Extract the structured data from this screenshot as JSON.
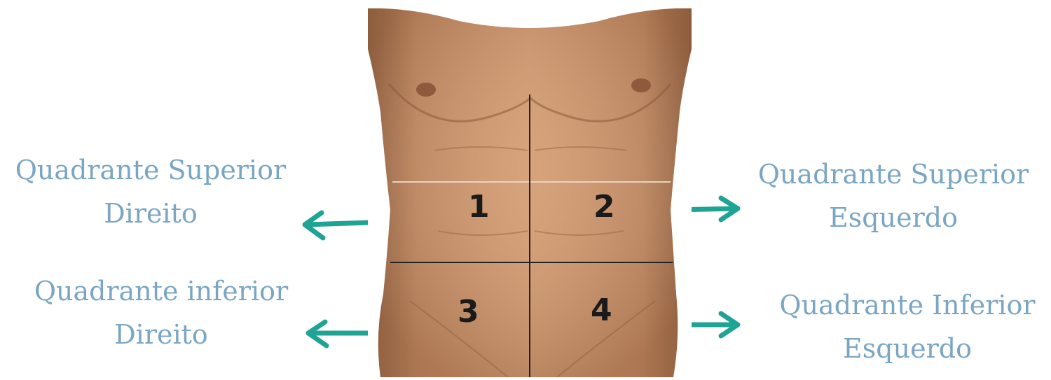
{
  "colors": {
    "label": "#7aa6c4",
    "arrow": "#1fa394",
    "skin": "#c98d62",
    "divider": "#222222"
  },
  "labels": {
    "upper_right": {
      "line1": "Quadrante Superior",
      "line2": "Direito"
    },
    "lower_right": {
      "line1": "Quadrante inferior",
      "line2": "Direito"
    },
    "upper_left": {
      "line1": "Quadrante Superior",
      "line2": "Esquerdo"
    },
    "lower_left": {
      "line1": "Quadrante Inferior",
      "line2": "Esquerdo"
    }
  },
  "quadrant_numbers": [
    "1",
    "2",
    "3",
    "4"
  ],
  "icons": {
    "arrow_left": "arrow-left-icon",
    "arrow_right": "arrow-right-icon"
  }
}
